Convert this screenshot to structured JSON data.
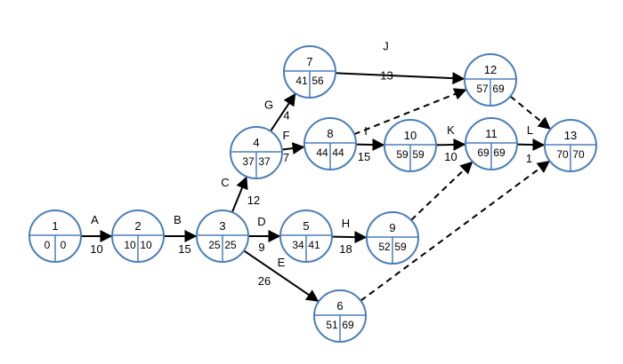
{
  "nodes": [
    {
      "id": "1",
      "es": "0",
      "lf": "0"
    },
    {
      "id": "2",
      "es": "10",
      "lf": "10"
    },
    {
      "id": "3",
      "es": "25",
      "lf": "25"
    },
    {
      "id": "4",
      "es": "37",
      "lf": "37"
    },
    {
      "id": "5",
      "es": "34",
      "lf": "41"
    },
    {
      "id": "6",
      "es": "51",
      "lf": "69"
    },
    {
      "id": "7",
      "es": "41",
      "lf": "56"
    },
    {
      "id": "8",
      "es": "44",
      "lf": "44"
    },
    {
      "id": "9",
      "es": "52",
      "lf": "59"
    },
    {
      "id": "10",
      "es": "59",
      "lf": "59"
    },
    {
      "id": "11",
      "es": "69",
      "lf": "69"
    },
    {
      "id": "12",
      "es": "57",
      "lf": "69"
    },
    {
      "id": "13",
      "es": "70",
      "lf": "70"
    }
  ],
  "activities": [
    {
      "from": "1",
      "to": "2",
      "name": "A",
      "duration": "10",
      "style": "solid"
    },
    {
      "from": "2",
      "to": "3",
      "name": "B",
      "duration": "15",
      "style": "solid"
    },
    {
      "from": "3",
      "to": "4",
      "name": "C",
      "duration": "12",
      "style": "solid"
    },
    {
      "from": "3",
      "to": "5",
      "name": "D",
      "duration": "9",
      "style": "solid"
    },
    {
      "from": "3",
      "to": "6",
      "name": "E",
      "duration": "26",
      "style": "solid"
    },
    {
      "from": "4",
      "to": "8",
      "name": "F",
      "duration": "7",
      "style": "solid"
    },
    {
      "from": "4",
      "to": "7",
      "name": "G",
      "duration": "4",
      "style": "solid"
    },
    {
      "from": "5",
      "to": "9",
      "name": "H",
      "duration": "18",
      "style": "solid"
    },
    {
      "from": "8",
      "to": "10",
      "name": "I",
      "duration": "15",
      "style": "solid"
    },
    {
      "from": "7",
      "to": "12",
      "name": "J",
      "duration": "13",
      "style": "solid"
    },
    {
      "from": "10",
      "to": "11",
      "name": "K",
      "duration": "10",
      "style": "solid"
    },
    {
      "from": "11",
      "to": "13",
      "name": "L",
      "duration": "1",
      "style": "solid"
    },
    {
      "from": "8",
      "to": "12",
      "name": "",
      "duration": "",
      "style": "dashed"
    },
    {
      "from": "12",
      "to": "13",
      "name": "",
      "duration": "",
      "style": "dashed"
    },
    {
      "from": "9",
      "to": "11",
      "name": "",
      "duration": "",
      "style": "dashed"
    },
    {
      "from": "6",
      "to": "13",
      "name": "",
      "duration": "",
      "style": "dashed"
    }
  ]
}
